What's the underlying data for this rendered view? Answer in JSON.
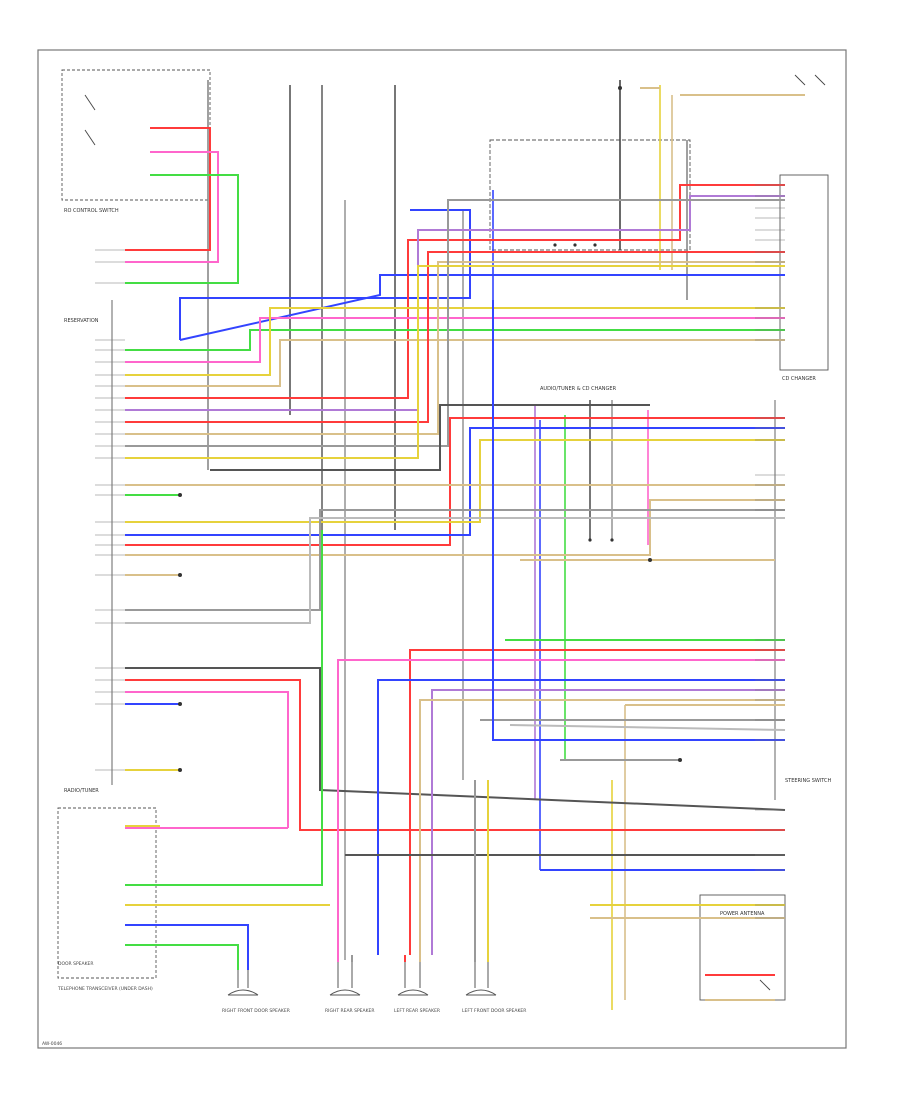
{
  "components": {
    "cruise_switch": "RO CONTROL SWITCH",
    "radio_tuner": "RADIO/TUNER",
    "reservation_box": "RESERVATION",
    "amplifier_tuner": "AUDIO/TUNER & CD CHANGER",
    "cd_changer": "CD CHANGER",
    "steering_switch": "STEERING SWITCH",
    "front_speaker_right": "RIGHT FRONT DOOR SPEAKER",
    "rear_speaker_right": "RIGHT REAR SPEAKER",
    "rear_speaker_left": "LEFT REAR SPEAKER",
    "front_speaker_left": "LEFT FRONT DOOR SPEAKER",
    "power_antenna": "POWER ANTENNA",
    "transmitter": "TELEPHONE TRANSCEIVER (UNDER DASH)",
    "door_speaker": "DOOR SPEAKER",
    "footer_code": "AW-0046"
  },
  "wire_colors": {
    "red": "#ff3b3b",
    "blue": "#3344ff",
    "green": "#44dd44",
    "yellow": "#e6d23c",
    "pink": "#ff66cc",
    "gray": "#888888",
    "tan": "#d9c08a",
    "violet": "#b07ad6",
    "black": "#222222",
    "light_green": "#99ee99"
  }
}
